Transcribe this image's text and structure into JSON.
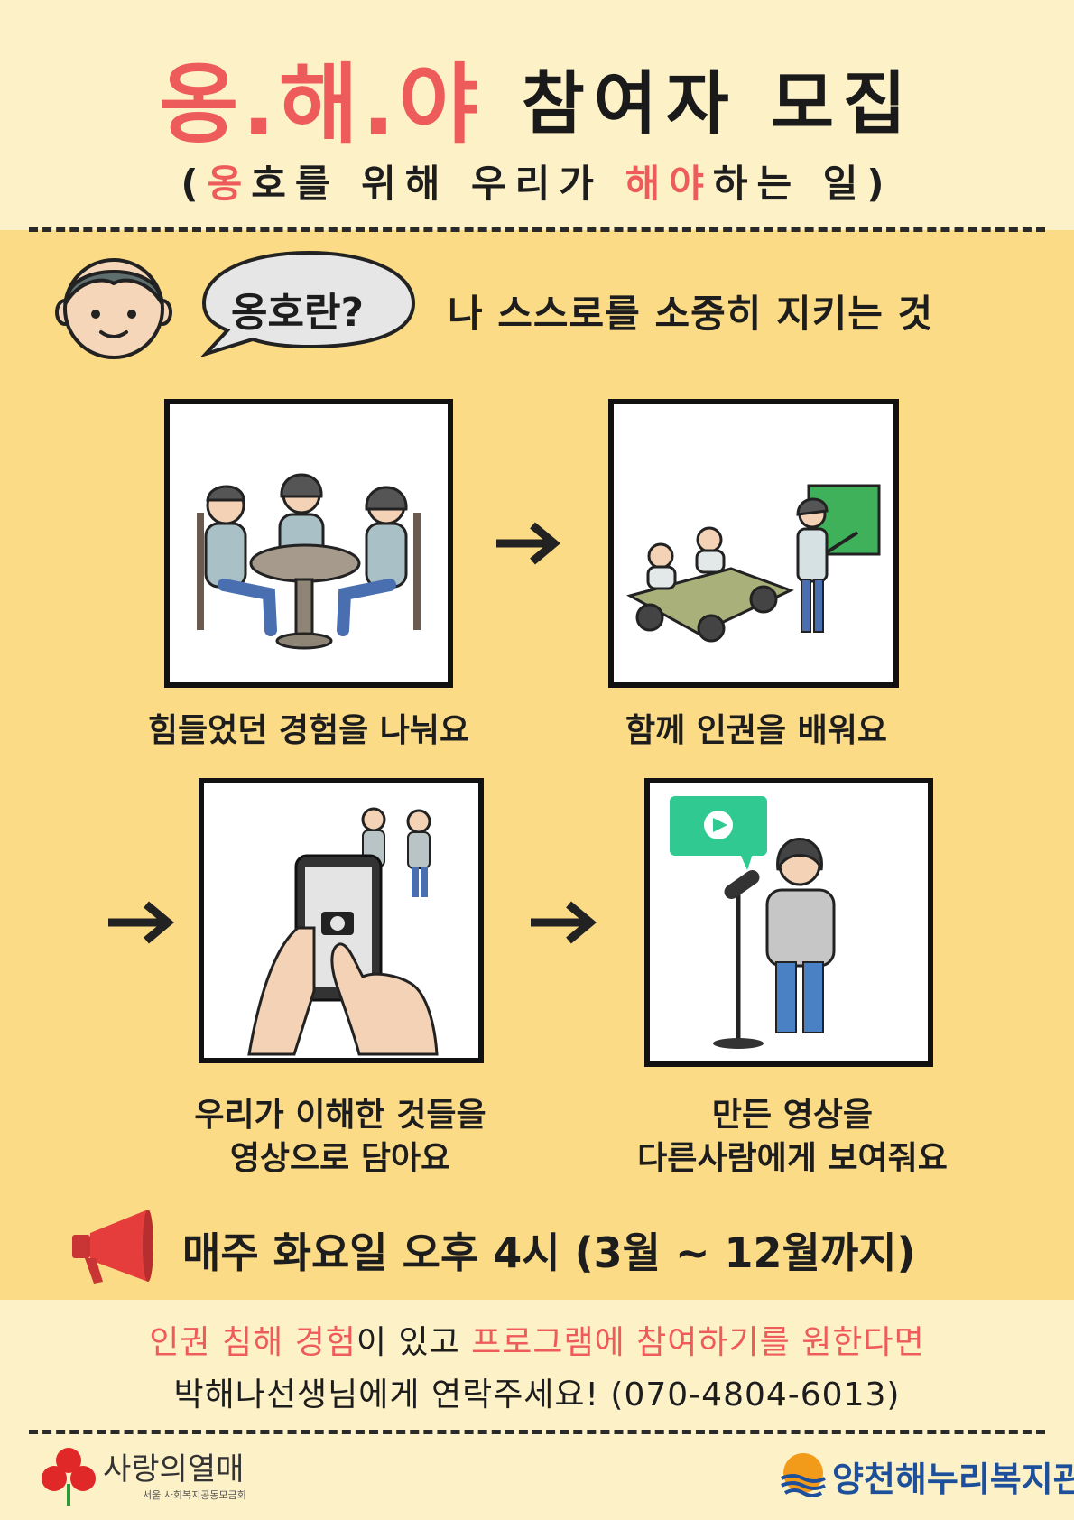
{
  "title": {
    "red_part": "옹.해.야",
    "black_part": "참여자 모집"
  },
  "subtitle": {
    "open": "(",
    "seg1_red": "옹",
    "seg2": "호를 위해 우리가 ",
    "seg3_red": "해야",
    "seg4": "하는 일",
    "close": ")"
  },
  "definition": {
    "bubble": "옹호란?",
    "text": "나 스스로를 소중히 지키는 것"
  },
  "steps": [
    {
      "caption": "힘들었던 경험을 나눠요"
    },
    {
      "caption": "함께 인권을 배워요"
    },
    {
      "caption_line1": "우리가 이해한 것들을",
      "caption_line2": "영상으로 담아요"
    },
    {
      "caption_line1": "만든 영상을",
      "caption_line2": "다른사람에게 보여줘요"
    }
  ],
  "schedule": "매주 화요일 오후 4시 (3월 ~ 12월까지)",
  "info": {
    "line1_red_a": "인권 침해 경험",
    "line1_b": "이 있고 ",
    "line1_red_c": "프로그램에 참여하기를 원한다면",
    "line2": "박해나선생님에게 연락주세요! (070-4804-6013)"
  },
  "logos": {
    "left_name": "사랑의열매",
    "left_sub": "서울 사회복지공동모금회",
    "right_name": "양천해누리복지관"
  },
  "colors": {
    "accent_red": "#ee5b5b",
    "main_bg": "#fbdb86",
    "light_bg": "#fdf1c8"
  },
  "icons": [
    "boy-face-icon",
    "arrow-right-icon",
    "megaphone-icon",
    "play-icon",
    "camera-icon",
    "love-fruit-logo",
    "sunrise-logo"
  ]
}
